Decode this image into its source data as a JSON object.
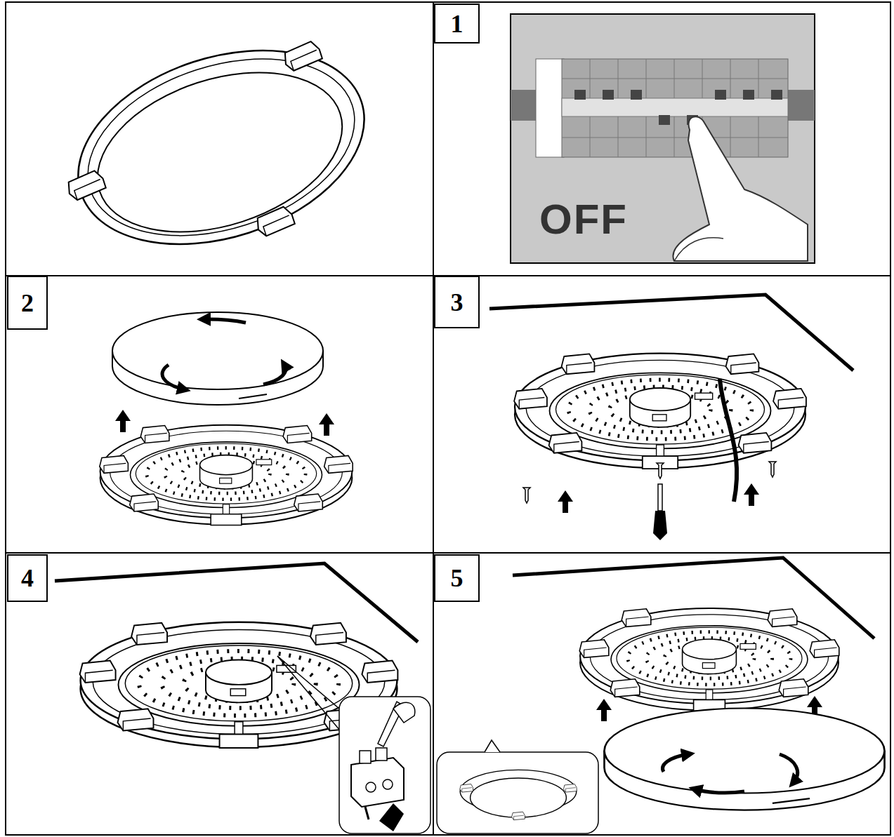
{
  "diagram": {
    "nodes": [
      {
        "text": [
          "1"
        ]
      },
      {
        "text": [
          "2"
        ]
      },
      {
        "text": [
          "3"
        ]
      },
      {
        "text": [
          "4"
        ]
      },
      {
        "text": [
          "5"
        ]
      }
    ],
    "labels": [
      "OFF"
    ]
  }
}
